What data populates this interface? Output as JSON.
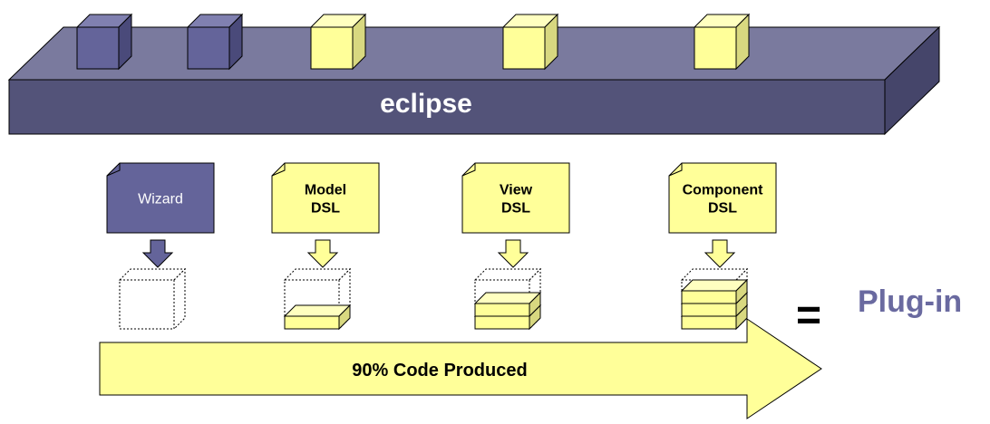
{
  "colors": {
    "platform_top": "#7a7a9e",
    "platform_front": "#535379",
    "platform_side": "#45456a",
    "component_active": "#ffff99",
    "component_base": "#64649a",
    "outline": "#000000",
    "result_text": "#6a6aa0",
    "arrow_fill": "#ffff99"
  },
  "platform": {
    "label": "eclipse",
    "components": [
      {
        "kind": "base-component"
      },
      {
        "kind": "base-component"
      },
      {
        "kind": "generated-component"
      },
      {
        "kind": "generated-component"
      },
      {
        "kind": "generated-component"
      }
    ]
  },
  "sources": [
    {
      "label_lines": [
        "Wizard"
      ],
      "style": "dark",
      "layers_filled": 0,
      "icon": "wizard-card-icon"
    },
    {
      "label_lines": [
        "Model",
        "DSL"
      ],
      "style": "light",
      "layers_filled": 1,
      "icon": "dsl-card-icon"
    },
    {
      "label_lines": [
        "View",
        "DSL"
      ],
      "style": "light",
      "layers_filled": 2,
      "icon": "dsl-card-icon"
    },
    {
      "label_lines": [
        "Component",
        "DSL"
      ],
      "style": "light",
      "layers_filled": 3,
      "icon": "dsl-card-icon"
    }
  ],
  "equals_sign": "=",
  "result_label": "Plug-in",
  "progress_arrow": {
    "label": "90% Code Produced",
    "code_produced_percent": 90
  }
}
